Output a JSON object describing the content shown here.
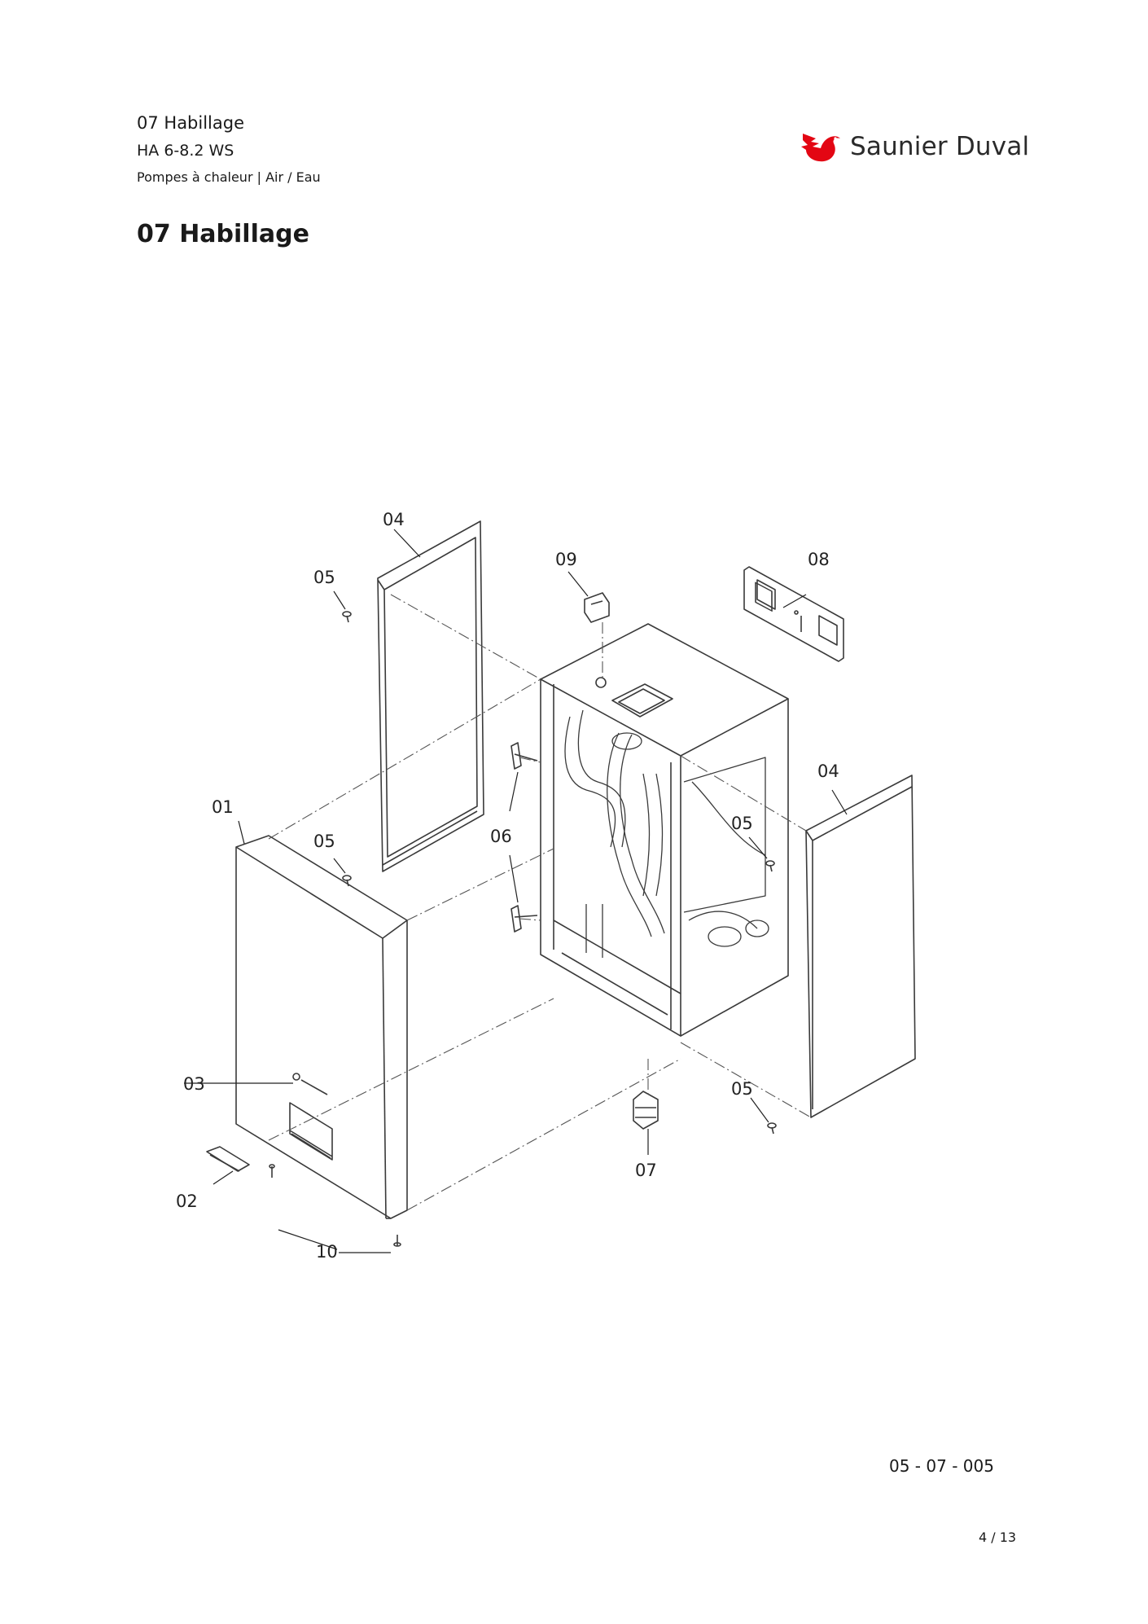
{
  "header": {
    "section": "07 Habillage",
    "model": "HA 6-8.2 WS",
    "category": "Pompes à chaleur | Air / Eau"
  },
  "brand": {
    "name": "Saunier Duval",
    "logo_color": "#e30613"
  },
  "title": "07 Habillage",
  "diagram": {
    "callouts": {
      "c01": "01",
      "c02": "02",
      "c03": "03",
      "c04a": "04",
      "c04b": "04",
      "c05a": "05",
      "c05b": "05",
      "c05c": "05",
      "c05d": "05",
      "c06": "06",
      "c07": "07",
      "c08": "08",
      "c09": "09",
      "c10": "10"
    }
  },
  "footer": {
    "reference": "05 - 07 - 005",
    "page": "4 / 13"
  }
}
